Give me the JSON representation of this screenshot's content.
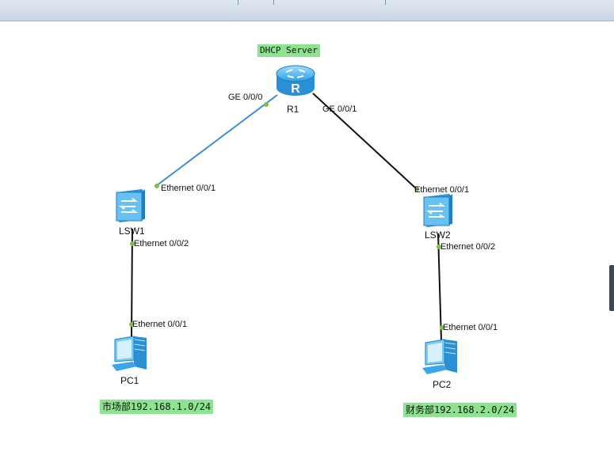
{
  "diagram": {
    "server_note": "DHCP Server",
    "devices": {
      "r1": "R1",
      "lsw1": "LSW1",
      "lsw2": "LSW2",
      "pc1": "PC1",
      "pc2": "PC2"
    },
    "ports": {
      "r1_ge000": "GE 0/0/0",
      "r1_ge001": "GE 0/0/1",
      "lsw1_e001": "Ethernet 0/0/1",
      "lsw1_e002": "Ethernet 0/0/2",
      "lsw2_e001": "Ethernet 0/0/1",
      "lsw2_e002": "Ethernet 0/0/2",
      "pc1_e001": "Ethernet 0/0/1",
      "pc2_e001": "Ethernet 0/0/1"
    },
    "notes": {
      "market": "市场部192.168.1.0/24",
      "finance": "财务部192.168.2.0/24"
    },
    "colors": {
      "link_blue": "#3a8fd6",
      "link_black": "#111111",
      "port_dot": "#7ac143",
      "note_bg": "#8de38f",
      "device_blue": "#4fb3ee"
    }
  }
}
